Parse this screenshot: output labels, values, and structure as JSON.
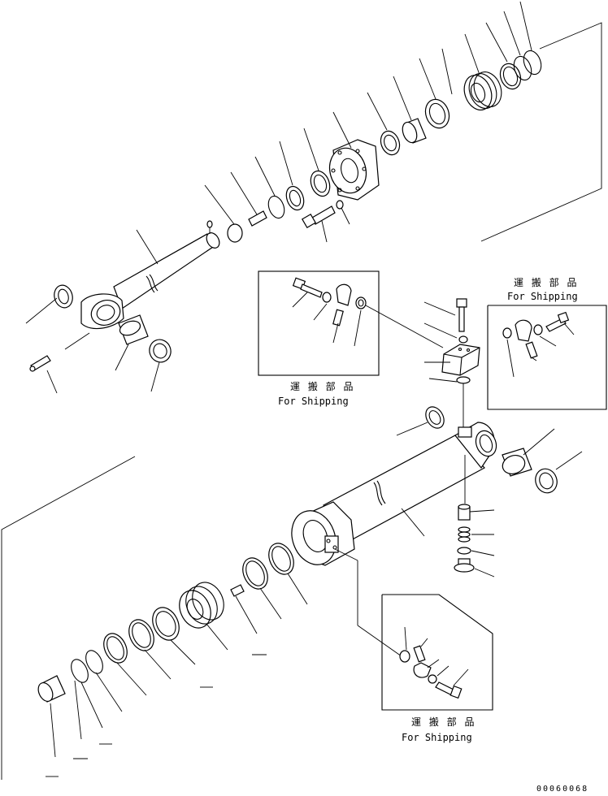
{
  "shipping_boxes": [
    {
      "jp_label": "運 搬 部 品",
      "en_label": "For Shipping"
    },
    {
      "jp_label": "運 搬 部 品",
      "en_label": "For Shipping"
    },
    {
      "jp_label": "運 搬 部 品",
      "en_label": "For Shipping"
    }
  ],
  "drawing_code": "00060068"
}
